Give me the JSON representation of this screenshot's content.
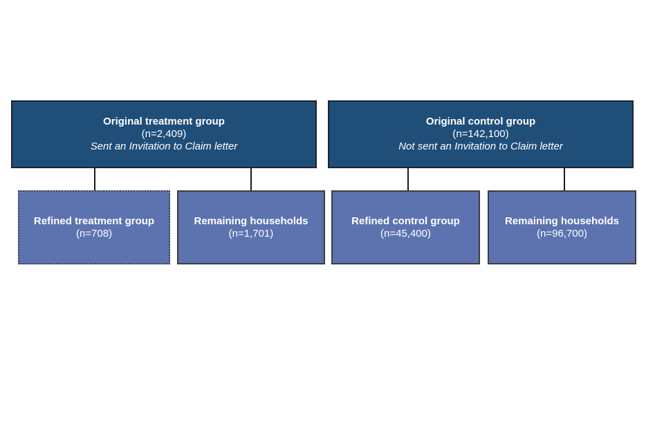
{
  "diagram": {
    "type": "flowchart",
    "description": "Randomised trial group allocation flowchart",
    "colors": {
      "parent_box_fill": "#1F4E79",
      "parent_box_border": "#1d2430",
      "child_box_fill": "#5D73B0",
      "child_box_border": "#3d3d3d",
      "arrow": "#1a1a1a",
      "text": "#ffffff",
      "background": "#ffffff"
    },
    "parent_boxes": [
      {
        "title": "Original treatment group",
        "count": "(n=2,409)",
        "note": "Sent an Invitation to Claim letter"
      },
      {
        "title": "Original control group",
        "count": "(n=142,100)",
        "note": "Not sent an Invitation to Claim letter"
      }
    ],
    "child_boxes": [
      {
        "title": "Refined treatment group",
        "count": "(n=708)",
        "border_style": "dotted",
        "parent": "Original treatment group"
      },
      {
        "title": "Remaining households",
        "count": "(n=1,701)",
        "border_style": "solid",
        "parent": "Original treatment group"
      },
      {
        "title": "Refined control group",
        "count": "(n=45,400)",
        "border_style": "solid",
        "parent": "Original control group"
      },
      {
        "title": "Remaining households",
        "count": "(n=96,700)",
        "border_style": "solid",
        "parent": "Original control group"
      }
    ]
  }
}
